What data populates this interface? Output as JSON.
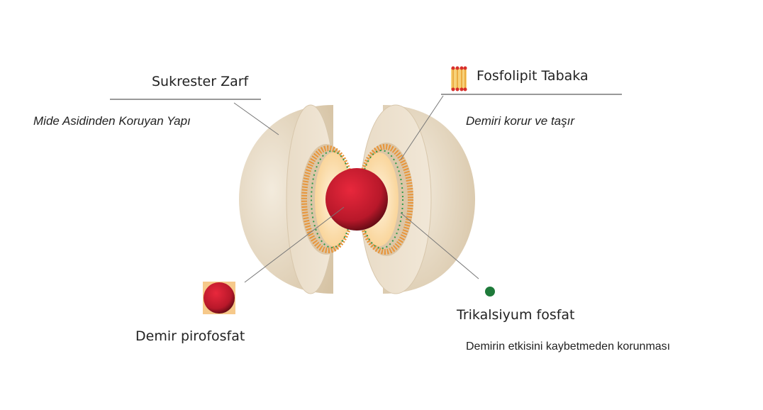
{
  "labels": {
    "shell_title": "Sukrester Zarf",
    "shell_desc": "Mide Asidinden Koruyan Yapı",
    "layer_title": "Fosfolipit Tabaka",
    "layer_desc": "Demiri korur ve taşır",
    "core_title": "Demir pirofosfat",
    "phosphate_title": "Trikalsiyum fosfat",
    "phosphate_desc": "Demirin etkisini kaybetmeden korunması"
  },
  "colors": {
    "shell": "#e6d8c2",
    "core": "#c81d2e",
    "phospholipid": "#e8953a",
    "phosphate_dot": "#1e7a3a"
  },
  "icons": [
    "phospholipid-icon",
    "iron-sphere-icon",
    "phosphate-dot-icon"
  ]
}
